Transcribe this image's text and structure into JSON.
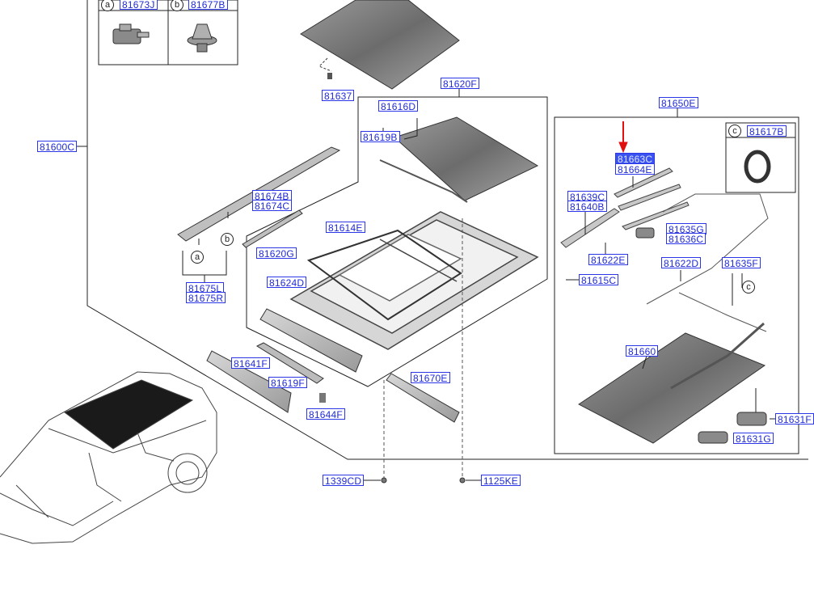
{
  "callouts": {
    "c81673J": "81673J",
    "c81677B": "81677B",
    "c81637": "81637",
    "c81620F": "81620F",
    "c81616D": "81616D",
    "c81619B": "81619B",
    "c81650E": "81650E",
    "c81617B": "81617B",
    "c81663C": "81663C",
    "c81664E": "81664E",
    "c81600C": "81600C",
    "c81674B": "81674B",
    "c81674C": "81674C",
    "c81614E": "81614E",
    "c81639C": "81639C",
    "c81640B": "81640B",
    "c81635G": "81635G",
    "c81636C": "81636C",
    "c81622E": "81622E",
    "c81622D": "81622D",
    "c81635F": "81635F",
    "c81615C": "81615C",
    "c81620G": "81620G",
    "c81624D": "81624D",
    "c81675L": "81675L",
    "c81675R": "81675R",
    "c81641F": "81641F",
    "c81619F": "81619F",
    "c81670E": "81670E",
    "c81660": "81660",
    "c81644F": "81644F",
    "c81631F": "81631F",
    "c81631G": "81631G",
    "c1339CD": "1339CD",
    "c1125KE": "1125KE"
  },
  "markers": {
    "a": "a",
    "b": "b",
    "c": "c"
  },
  "colors": {
    "callout_text": "#1f2ad6",
    "callout_border": "#2b36e6",
    "highlight_fill": "#3a52f0",
    "arrow": "#e01010",
    "part_fill_dark": "#7c7c7c",
    "part_fill_light": "#c8c8c8",
    "line": "#222222"
  }
}
